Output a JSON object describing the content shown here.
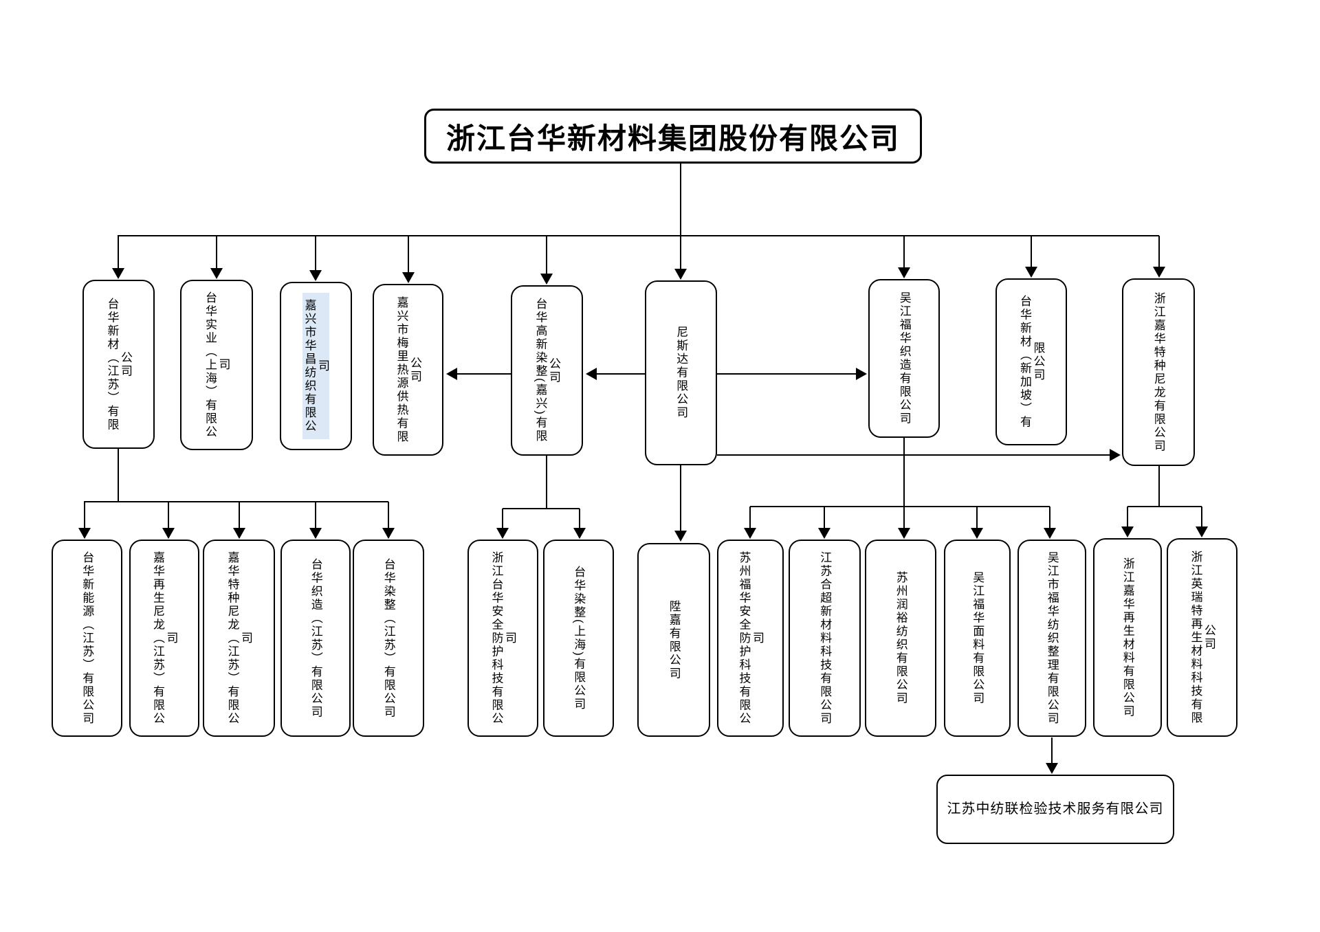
{
  "root": {
    "id": "root",
    "label": "浙江台华新材料集团股份有限公司"
  },
  "level2": [
    {
      "id": "taihua-xincai-jiangsu",
      "label": "台华新材（江苏）有限公司"
    },
    {
      "id": "taihua-shiye-shanghai",
      "label": "台华实业（上海）有限公司"
    },
    {
      "id": "jiaxing-huachang",
      "label": "嘉兴市华昌纺织有限公司",
      "highlighted": true
    },
    {
      "id": "jiaxing-meili",
      "label": "嘉兴市梅里热源供热有限公司"
    },
    {
      "id": "taihua-gaoxin-ranzheng",
      "label": "台华高新染整(嘉兴)有限公司"
    },
    {
      "id": "nisida",
      "label": "尼斯达有限公司"
    },
    {
      "id": "wujiang-fuhua-zhizao",
      "label": "吴江福华织造有限公司"
    },
    {
      "id": "taihua-xincai-xinjiapo",
      "label": "台华新材（新加坡）有限公司"
    },
    {
      "id": "zhejiang-jiahua-tezhong",
      "label": "浙江嘉华特种尼龙有限公司"
    }
  ],
  "level3": [
    {
      "id": "taihua-xinnengyuan",
      "label": "台华新能源（江苏）有限公司"
    },
    {
      "id": "jiahua-zaisheng-nilong",
      "label": "嘉华再生尼龙（江苏）有限公司"
    },
    {
      "id": "jiahua-tezhong-nilong",
      "label": "嘉华特种尼龙（江苏）有限公司"
    },
    {
      "id": "taihua-zhizao-jiangsu",
      "label": "台华织造（江苏）有限公司"
    },
    {
      "id": "taihua-ranzheng-jiangsu",
      "label": "台华染整（江苏）有限公司"
    },
    {
      "id": "zhejiang-taihua-anquan",
      "label": "浙江台华安全防护科技有限公司"
    },
    {
      "id": "taihua-ranzheng-shanghai",
      "label": "台华染整(上海)有限公司"
    },
    {
      "id": "shengjia",
      "label": "陞嘉有限公司"
    },
    {
      "id": "suzhou-fuhua-anquan",
      "label": "苏州福华安全防护科技有限公司"
    },
    {
      "id": "jiangsu-hechao",
      "label": "江苏合超新材料科技有限公司"
    },
    {
      "id": "suzhou-runyu",
      "label": "苏州润裕纺织有限公司"
    },
    {
      "id": "wujiang-fuhua-mianliao",
      "label": "吴江福华面料有限公司"
    },
    {
      "id": "wujiang-fuhua-zhengli",
      "label": "吴江市福华纺织整理有限公司"
    },
    {
      "id": "zhejiang-jiahua-zaisheng",
      "label": "浙江嘉华再生材料有限公司"
    },
    {
      "id": "zhejiang-yingruite",
      "label": "浙江英瑞特再生材料科技有限公司"
    }
  ],
  "level4": [
    {
      "id": "jiangsu-zhongfanglian",
      "label": "江苏中纺联检验技术服务有限公司"
    }
  ],
  "edges": [
    {
      "from": "root",
      "to": "taihua-xincai-jiangsu"
    },
    {
      "from": "root",
      "to": "taihua-shiye-shanghai"
    },
    {
      "from": "root",
      "to": "jiaxing-huachang"
    },
    {
      "from": "root",
      "to": "jiaxing-meili"
    },
    {
      "from": "root",
      "to": "taihua-gaoxin-ranzheng"
    },
    {
      "from": "root",
      "to": "nisida"
    },
    {
      "from": "root",
      "to": "wujiang-fuhua-zhizao"
    },
    {
      "from": "root",
      "to": "taihua-xincai-xinjiapo"
    },
    {
      "from": "root",
      "to": "zhejiang-jiahua-tezhong"
    },
    {
      "from": "taihua-gaoxin-ranzheng",
      "to": "jiaxing-meili"
    },
    {
      "from": "nisida",
      "to": "taihua-gaoxin-ranzheng"
    },
    {
      "from": "nisida",
      "to": "wujiang-fuhua-zhizao"
    },
    {
      "from": "nisida",
      "to": "zhejiang-jiahua-tezhong"
    },
    {
      "from": "taihua-xincai-jiangsu",
      "to": "taihua-xinnengyuan"
    },
    {
      "from": "taihua-xincai-jiangsu",
      "to": "jiahua-zaisheng-nilong"
    },
    {
      "from": "taihua-xincai-jiangsu",
      "to": "jiahua-tezhong-nilong"
    },
    {
      "from": "taihua-xincai-jiangsu",
      "to": "taihua-zhizao-jiangsu"
    },
    {
      "from": "taihua-xincai-jiangsu",
      "to": "taihua-ranzheng-jiangsu"
    },
    {
      "from": "taihua-gaoxin-ranzheng",
      "to": "zhejiang-taihua-anquan"
    },
    {
      "from": "taihua-gaoxin-ranzheng",
      "to": "taihua-ranzheng-shanghai"
    },
    {
      "from": "nisida",
      "to": "shengjia"
    },
    {
      "from": "wujiang-fuhua-zhizao",
      "to": "suzhou-fuhua-anquan"
    },
    {
      "from": "wujiang-fuhua-zhizao",
      "to": "jiangsu-hechao"
    },
    {
      "from": "wujiang-fuhua-zhizao",
      "to": "suzhou-runyu"
    },
    {
      "from": "wujiang-fuhua-zhizao",
      "to": "wujiang-fuhua-mianliao"
    },
    {
      "from": "wujiang-fuhua-zhizao",
      "to": "wujiang-fuhua-zhengli"
    },
    {
      "from": "zhejiang-jiahua-tezhong",
      "to": "zhejiang-jiahua-zaisheng"
    },
    {
      "from": "zhejiang-jiahua-tezhong",
      "to": "zhejiang-yingruite"
    },
    {
      "from": "wujiang-fuhua-zhengli",
      "to": "jiangsu-zhongfanglian"
    }
  ],
  "colors": {
    "line": "#000000",
    "box_border": "#000000",
    "background": "#ffffff",
    "selection_highlight": "#dce8f5"
  }
}
